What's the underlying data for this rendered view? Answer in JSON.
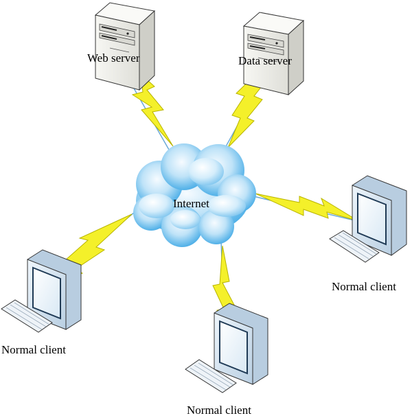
{
  "diagram": {
    "nodes": {
      "web_server": {
        "label": "Web server",
        "icon": "server-tower-icon"
      },
      "data_server": {
        "label": "Data server",
        "icon": "server-tower-icon"
      },
      "internet": {
        "label": "Internet",
        "icon": "cloud-icon"
      },
      "client_right": {
        "label": "Normal client",
        "icon": "desktop-computer-icon"
      },
      "client_left": {
        "label": "Normal client",
        "icon": "desktop-computer-icon"
      },
      "client_bottom": {
        "label": "Normal client",
        "icon": "desktop-computer-icon"
      }
    },
    "links": [
      {
        "from": "internet",
        "to": "web_server",
        "style": "lightning-bolt"
      },
      {
        "from": "internet",
        "to": "data_server",
        "style": "lightning-bolt"
      },
      {
        "from": "internet",
        "to": "client_right",
        "style": "lightning-bolt"
      },
      {
        "from": "internet",
        "to": "client_left",
        "style": "lightning-bolt"
      },
      {
        "from": "internet",
        "to": "client_bottom",
        "style": "lightning-bolt"
      }
    ],
    "colors": {
      "bolt_fill": "#f4f02a",
      "bolt_stroke": "#b8b400",
      "link_line": "#6aa9d8",
      "cloud_light": "#eaf6fd",
      "cloud_dark": "#2f9fe0",
      "monitor_bezel": "#d3e3f1",
      "screen_edge": "#1f3a55",
      "server_body": "#efefeb"
    }
  }
}
